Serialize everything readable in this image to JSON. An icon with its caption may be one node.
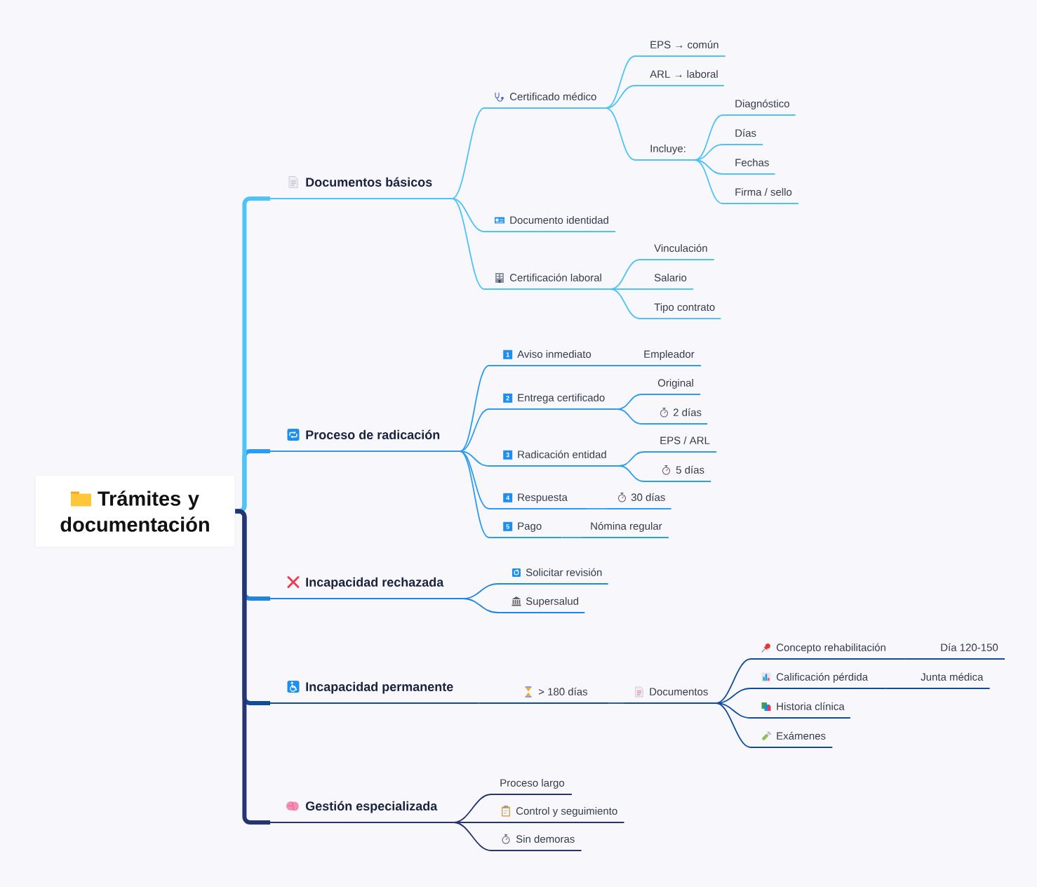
{
  "diagram": {
    "nodes": [
      {
        "text": [
          "Trámites y documentación"
        ]
      },
      {
        "text": [
          "Documentos básicos"
        ]
      },
      {
        "text": [
          "Certificado médico"
        ]
      },
      {
        "text": [
          "EPS → común"
        ]
      },
      {
        "text": [
          "ARL → laboral"
        ]
      },
      {
        "text": [
          "Incluye:"
        ]
      },
      {
        "text": [
          "Diagnóstico"
        ]
      },
      {
        "text": [
          "Días"
        ]
      },
      {
        "text": [
          "Fechas"
        ]
      },
      {
        "text": [
          "Firma / sello"
        ]
      },
      {
        "text": [
          "Documento identidad"
        ]
      },
      {
        "text": [
          "Certificación laboral"
        ]
      },
      {
        "text": [
          "Vinculación"
        ]
      },
      {
        "text": [
          "Salario"
        ]
      },
      {
        "text": [
          "Tipo contrato"
        ]
      },
      {
        "text": [
          "Proceso de radicación"
        ]
      },
      {
        "text": [
          "1",
          "Aviso inmediato"
        ]
      },
      {
        "text": [
          "Empleador"
        ]
      },
      {
        "text": [
          "2",
          "Entrega certificado"
        ]
      },
      {
        "text": [
          "Original"
        ]
      },
      {
        "text": [
          "2 días"
        ]
      },
      {
        "text": [
          "3",
          "Radicación entidad"
        ]
      },
      {
        "text": [
          "EPS / ARL"
        ]
      },
      {
        "text": [
          "5 días"
        ]
      },
      {
        "text": [
          "4",
          "Respuesta"
        ]
      },
      {
        "text": [
          "30 días"
        ]
      },
      {
        "text": [
          "5",
          "Pago"
        ]
      },
      {
        "text": [
          "Nómina regular"
        ]
      },
      {
        "text": [
          "Incapacidad rechazada"
        ]
      },
      {
        "text": [
          "Solicitar revisión"
        ]
      },
      {
        "text": [
          "Supersalud"
        ]
      },
      {
        "text": [
          "Incapacidad permanente"
        ]
      },
      {
        "text": [
          "> 180 días"
        ]
      },
      {
        "text": [
          "Documentos"
        ]
      },
      {
        "text": [
          "Concepto rehabilitación"
        ]
      },
      {
        "text": [
          "Día 120-150"
        ]
      },
      {
        "text": [
          "Calificación pérdida"
        ]
      },
      {
        "text": [
          "Junta médica"
        ]
      },
      {
        "text": [
          "Historia clínica"
        ]
      },
      {
        "text": [
          "Exámenes"
        ]
      },
      {
        "text": [
          "Gestión especializada"
        ]
      },
      {
        "text": [
          "Proceso largo"
        ]
      },
      {
        "text": [
          "Control y seguimiento"
        ]
      },
      {
        "text": [
          "Sin demoras"
        ]
      }
    ],
    "edges": [
      {
        "from": 0,
        "to": 1,
        "arrow": "none",
        "style": "thick"
      },
      {
        "from": 1,
        "to": 2,
        "arrow": "none"
      },
      {
        "from": 2,
        "to": 3,
        "arrow": "none"
      },
      {
        "from": 2,
        "to": 4,
        "arrow": "none"
      },
      {
        "from": 2,
        "to": 5,
        "arrow": "none"
      },
      {
        "from": 5,
        "to": 6,
        "arrow": "none"
      },
      {
        "from": 5,
        "to": 7,
        "arrow": "none"
      },
      {
        "from": 5,
        "to": 8,
        "arrow": "none"
      },
      {
        "from": 5,
        "to": 9,
        "arrow": "none"
      },
      {
        "from": 1,
        "to": 10,
        "arrow": "none"
      },
      {
        "from": 1,
        "to": 11,
        "arrow": "none"
      },
      {
        "from": 11,
        "to": 12,
        "arrow": "none"
      },
      {
        "from": 11,
        "to": 13,
        "arrow": "none"
      },
      {
        "from": 11,
        "to": 14,
        "arrow": "none"
      },
      {
        "from": 0,
        "to": 15,
        "arrow": "none",
        "style": "thick",
        "color": "#2b9cf2"
      },
      {
        "from": 15,
        "to": 16,
        "arrow": "none",
        "color": "#2b9cf2"
      },
      {
        "from": 16,
        "to": 17,
        "arrow": "none",
        "color": "#2b9cf2"
      },
      {
        "from": 15,
        "to": 18,
        "arrow": "none",
        "color": "#2b9cf2"
      },
      {
        "from": 18,
        "to": 19,
        "arrow": "none",
        "color": "#2b9cf2"
      },
      {
        "from": 18,
        "to": 20,
        "arrow": "none",
        "color": "#2b9cf2"
      },
      {
        "from": 15,
        "to": 21,
        "arrow": "none",
        "color": "#2b9cf2"
      },
      {
        "from": 21,
        "to": 22,
        "arrow": "none",
        "color": "#2b9cf2"
      },
      {
        "from": 21,
        "to": 23,
        "arrow": "none",
        "color": "#2b9cf2"
      },
      {
        "from": 15,
        "to": 24,
        "arrow": "none",
        "color": "#2b9cf2"
      },
      {
        "from": 24,
        "to": 25,
        "arrow": "none",
        "color": "#2b9cf2"
      },
      {
        "from": 15,
        "to": 26,
        "arrow": "none",
        "color": "#2b9cf2"
      },
      {
        "from": 26,
        "to": 27,
        "arrow": "none",
        "color": "#2b9cf2"
      },
      {
        "from": 0,
        "to": 28,
        "arrow": "none",
        "style": "thick",
        "color": "#1f86e0"
      },
      {
        "from": 28,
        "to": 29,
        "arrow": "none",
        "color": "#1f86e0"
      },
      {
        "from": 28,
        "to": 30,
        "arrow": "none",
        "color": "#1f86e0"
      },
      {
        "from": 0,
        "to": 31,
        "arrow": "none",
        "style": "thick",
        "color": "#0f4c9c"
      },
      {
        "from": 31,
        "to": 32,
        "arrow": "none",
        "color": "#0f4c9c"
      },
      {
        "from": 32,
        "to": 33,
        "arrow": "none",
        "color": "#0f4c9c"
      },
      {
        "from": 33,
        "to": 34,
        "arrow": "none",
        "color": "#0f4c9c"
      },
      {
        "from": 34,
        "to": 35,
        "arrow": "none",
        "color": "#0f4c9c"
      },
      {
        "from": 33,
        "to": 36,
        "arrow": "none",
        "color": "#0f4c9c"
      },
      {
        "from": 36,
        "to": 37,
        "arrow": "none",
        "color": "#0f4c9c"
      },
      {
        "from": 33,
        "to": 38,
        "arrow": "none",
        "color": "#0f4c9c"
      },
      {
        "from": 33,
        "to": 39,
        "arrow": "none",
        "color": "#0f4c9c"
      },
      {
        "from": 0,
        "to": 40,
        "arrow": "none",
        "style": "thick",
        "color": "#263572"
      },
      {
        "from": 40,
        "to": 41,
        "arrow": "none",
        "color": "#263572"
      },
      {
        "from": 40,
        "to": 42,
        "arrow": "none",
        "color": "#263572"
      },
      {
        "from": 40,
        "to": 43,
        "arrow": "none",
        "color": "#263572"
      }
    ]
  }
}
